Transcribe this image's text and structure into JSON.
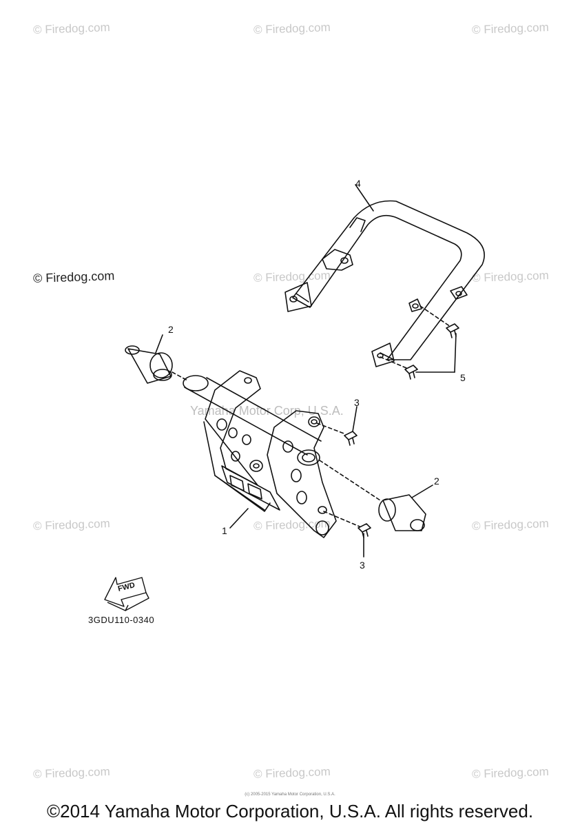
{
  "watermarks": [
    "© Firedog.com",
    "© Firedog.com",
    "© Firedog.com",
    "© Firedog.com",
    "© Firedog.com",
    "© Firedog.com",
    "© Firedog.com",
    "© Firedog.com",
    "© Firedog.com",
    "© Firedog.com",
    "© Firedog.com",
    "© Firedog.com"
  ],
  "center_watermark": "Yamaha Motor Corp, U.S.A.",
  "callouts": {
    "c1": "1",
    "c2a": "2",
    "c2b": "2",
    "c3a": "3",
    "c3b": "3",
    "c4": "4",
    "c5": "5"
  },
  "fwd_label": "FWD",
  "part_code": "3GDU110-0340",
  "tiny_notice": "(c) 2005-2015 Yamaha Motor Corporation, U.S.A.",
  "copyright": "©2014 Yamaha Motor Corporation, U.S.A. All rights reserved."
}
